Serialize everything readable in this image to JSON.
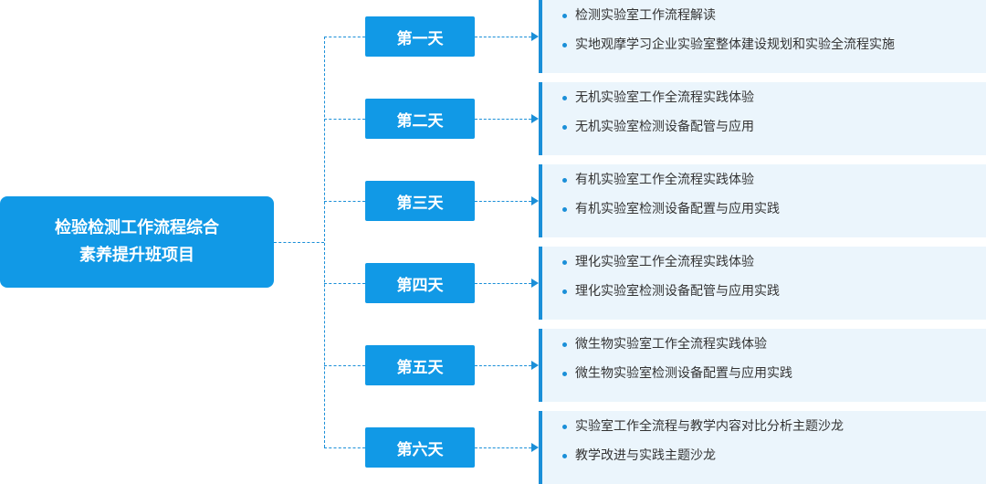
{
  "root": {
    "line1": "检验检测工作流程综合",
    "line2": "素养提升班项目"
  },
  "days": [
    {
      "label": "第一天",
      "items": [
        "检测实验室工作流程解读",
        "实地观摩学习企业实验室整体建设规划和实验全流程实施"
      ]
    },
    {
      "label": "第二天",
      "items": [
        "无机实验室工作全流程实践体验",
        "无机实验室检测设备配管与应用"
      ]
    },
    {
      "label": "第三天",
      "items": [
        "有机实验室工作全流程实践体验",
        "有机实验室检测设备配置与应用实践"
      ]
    },
    {
      "label": "第四天",
      "items": [
        "理化实验室工作全流程实践体验",
        "理化实验室检测设备配管与应用实践"
      ]
    },
    {
      "label": "第五天",
      "items": [
        "微生物实验室工作全流程实践体验",
        "微生物实验室检测设备配置与应用实践"
      ]
    },
    {
      "label": "第六天",
      "items": [
        "实验室工作全流程与教学内容对比分析主题沙龙",
        "教学改进与实践主题沙龙"
      ]
    }
  ],
  "colors": {
    "accent": "#1199e6",
    "panel_bg": "#ebf5fc",
    "line": "#1a8fd8",
    "text": "#333333"
  }
}
